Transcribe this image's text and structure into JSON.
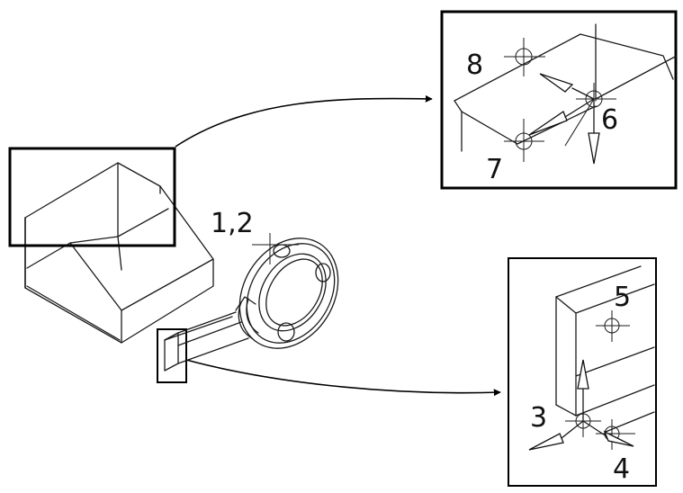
{
  "labels": {
    "pair_1_2": "1,2",
    "p3": "3",
    "p4": "4",
    "p5": "5",
    "p6": "6",
    "p7": "7",
    "p8": "8"
  },
  "colors": {
    "line": "#1a1a1a",
    "frame": "#000000",
    "background": "#ffffff"
  }
}
